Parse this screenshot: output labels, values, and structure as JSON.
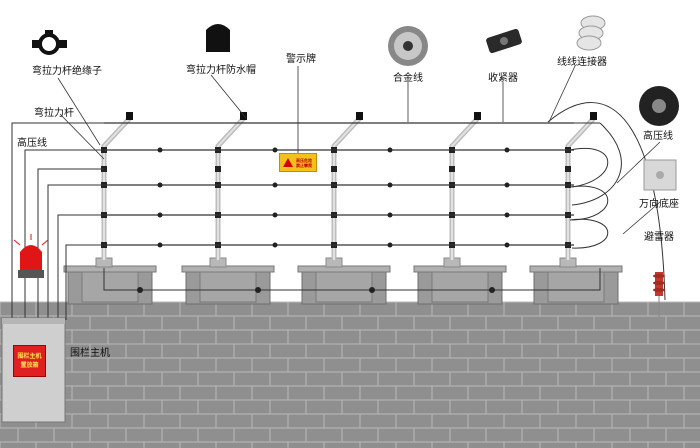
{
  "labels": {
    "insulator": "弯拉力杆绝缘子",
    "waterproof_cap": "弯拉力杆防水帽",
    "warning_sign": "警示牌",
    "alloy_wire": "合金线",
    "tensioner": "收紧器",
    "wire_connector": "线线连接器",
    "bent_pole": "弯拉力杆",
    "hv_wire_left": "高压线",
    "hv_wire_right": "高压线",
    "universal_base": "万向底座",
    "lightning_arrester": "避雷器",
    "fence_host": "围栏主机"
  },
  "sign": {
    "line1": "高压危险",
    "line2": "禁止攀爬"
  },
  "host_box": {
    "line1": "围栏主机",
    "line2": "置放箱"
  },
  "colors": {
    "wall": "#8f8f8f",
    "brick_line": "#b9b9b9",
    "wire": "#333333",
    "pole": "#c9c9c9",
    "alarm_light": "#e01515",
    "host_box": "#cfcfcf",
    "sign": "#f3c21a",
    "arrester": "#c0392b"
  },
  "icons": [
    "insulator-icon",
    "cap-icon",
    "wire-spool-icon",
    "tensioner-icon",
    "connector-icon",
    "hv-wire-roll-icon",
    "base-icon",
    "arrester-icon",
    "alarm-light-icon"
  ]
}
